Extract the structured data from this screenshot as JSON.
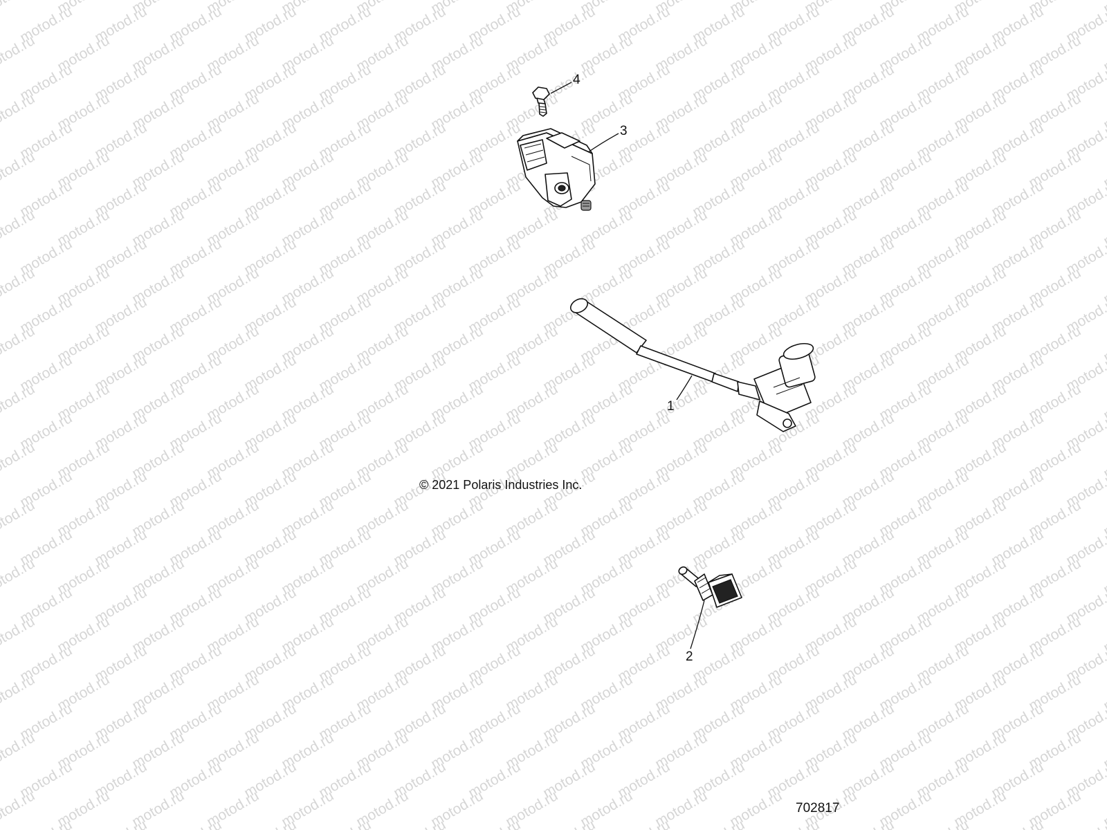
{
  "watermark": {
    "text": "motod.ru"
  },
  "callouts": {
    "1": "1",
    "2": "2",
    "3": "3",
    "4": "4"
  },
  "parts": [
    {
      "callout": "1",
      "icon": "crankshaft-position-sensor-icon"
    },
    {
      "callout": "2",
      "icon": "temperature-sensor-icon"
    },
    {
      "callout": "3",
      "icon": "map-sensor-icon"
    },
    {
      "callout": "4",
      "icon": "bolt-icon"
    }
  ],
  "copyright": "© 2021 Polaris Industries Inc.",
  "figure_number": "702817"
}
